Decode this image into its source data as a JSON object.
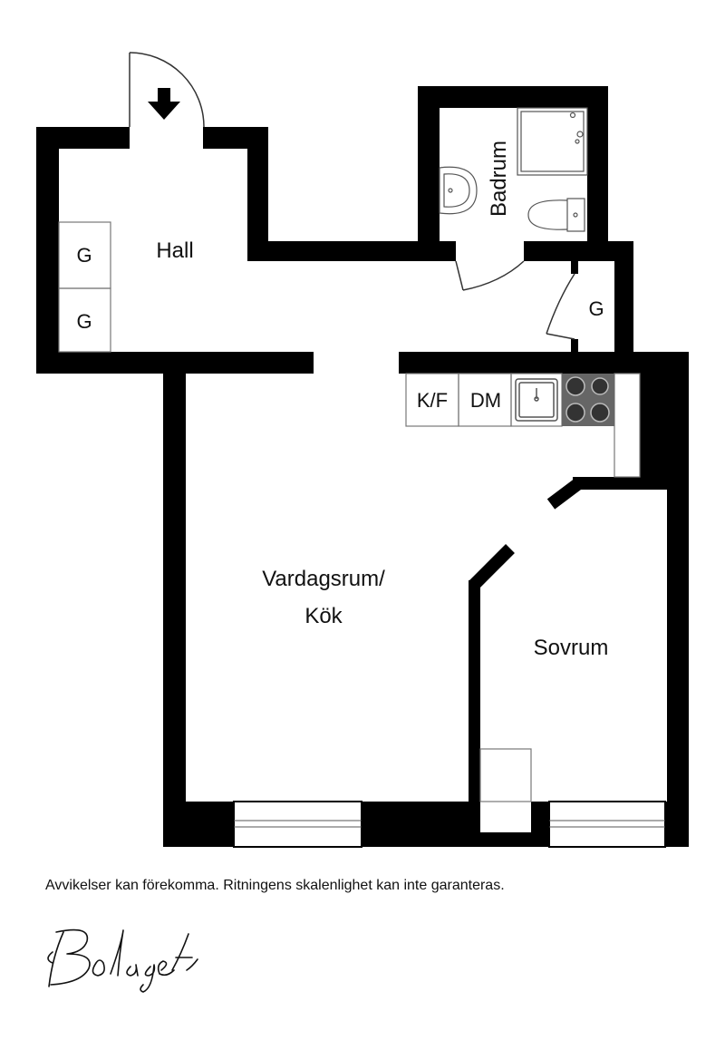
{
  "rooms": {
    "hall": "Hall",
    "badrum": "Badrum",
    "vardagsrum_line1": "Vardagsrum/",
    "vardagsrum_line2": "Kök",
    "sovrum": "Sovrum"
  },
  "fixtures": {
    "wardrobe_1": "G",
    "wardrobe_2": "G",
    "wardrobe_closet": "G",
    "fridge_freezer": "K/F",
    "dishwasher": "DM"
  },
  "disclaimer": "Avvikelser kan förekomma. Ritningens skalenlighet kan inte garanteras.",
  "logo": {
    "text": "Bolaget",
    "style": "handwritten-script"
  },
  "colors": {
    "wall": "#000000",
    "fixture_line": "#777777",
    "background": "#ffffff"
  },
  "icons": {
    "entrance": "entrance-arrow-icon",
    "sink": "washbasin-icon",
    "toilet": "toilet-icon",
    "shower": "shower-icon",
    "kitchen_sink": "kitchen-sink-icon",
    "stove": "stove-icon"
  }
}
